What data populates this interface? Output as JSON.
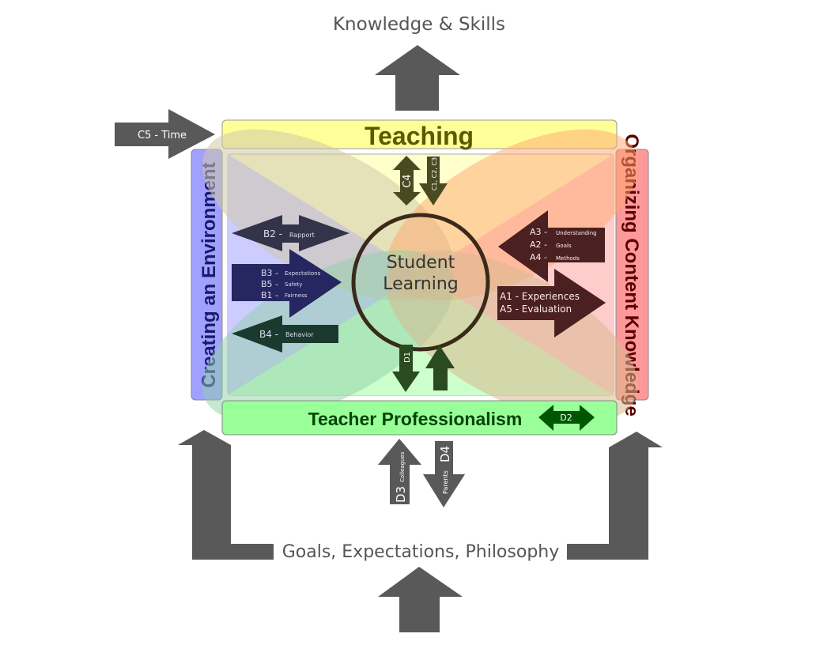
{
  "top_label": "Knowledge & Skills",
  "bottom_label": "Goals, Expectations, Philosophy",
  "center_label": {
    "line1": "Student",
    "line2": "Learning"
  },
  "domains": {
    "teaching": "Teaching",
    "environment": "Creating an Environment",
    "content": "Organizing Content Knowledge",
    "professionalism": "Teacher Professionalism"
  },
  "arrows": {
    "c5": "C5 - Time",
    "c4": "C4",
    "c123": "C1, C2, C3",
    "b2": {
      "code": "B2 -",
      "label": "Rapport"
    },
    "b3": {
      "code": "B3 -",
      "label": "Expectations"
    },
    "b5": {
      "code": "B5 -",
      "label": "Safety"
    },
    "b1": {
      "code": "B1 -",
      "label": "Fairness"
    },
    "b4": {
      "code": "B4 -",
      "label": "Behavior"
    },
    "a3": {
      "code": "A3 -",
      "label": "Understanding"
    },
    "a2": {
      "code": "A2 -",
      "label": "Goals"
    },
    "a4": {
      "code": "A4 -",
      "label": "Methods"
    },
    "a1": "A1 - Experiences",
    "a5": "A5 - Evaluation",
    "d1": "D1",
    "d2": "D2",
    "d3": {
      "code": "D3",
      "label": "Colleagues"
    },
    "d4": {
      "code": "D4",
      "label": "Parents"
    }
  },
  "colors": {
    "teaching": "#ffff99",
    "environment": "#a0a0ff",
    "content": "#ff9999",
    "professionalism": "#99ff99",
    "gray_arrow": "#595959"
  }
}
